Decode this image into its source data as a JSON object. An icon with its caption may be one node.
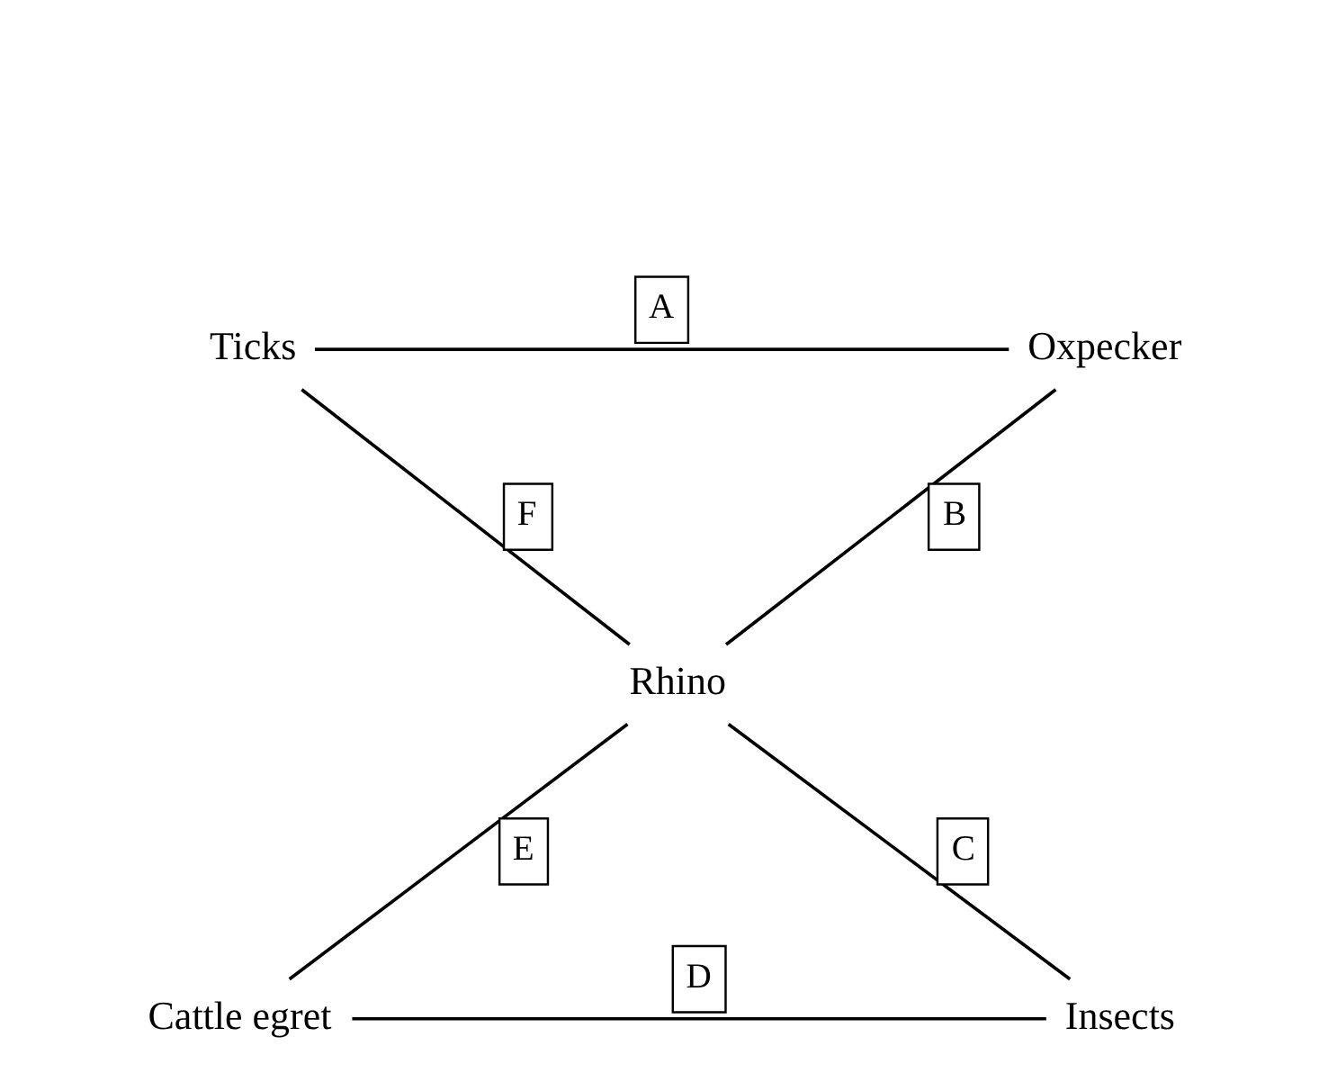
{
  "diagram": {
    "nodes": [
      {
        "text": [
          "Ticks"
        ]
      },
      {
        "text": [
          "Oxpecker"
        ]
      },
      {
        "text": [
          "Rhino"
        ]
      },
      {
        "text": [
          "Cattle egret"
        ]
      },
      {
        "text": [
          "Insects"
        ]
      }
    ],
    "edges": [
      {
        "from": 0,
        "to": 1,
        "arrow": "none",
        "label": "A"
      },
      {
        "from": 2,
        "to": 1,
        "arrow": "none",
        "label": "B"
      },
      {
        "from": 2,
        "to": 4,
        "arrow": "none",
        "label": "C"
      },
      {
        "from": 4,
        "to": 3,
        "arrow": "none",
        "label": "D"
      },
      {
        "from": 2,
        "to": 3,
        "arrow": "none",
        "label": "E"
      },
      {
        "from": 0,
        "to": 2,
        "arrow": "none",
        "label": "F"
      }
    ]
  }
}
